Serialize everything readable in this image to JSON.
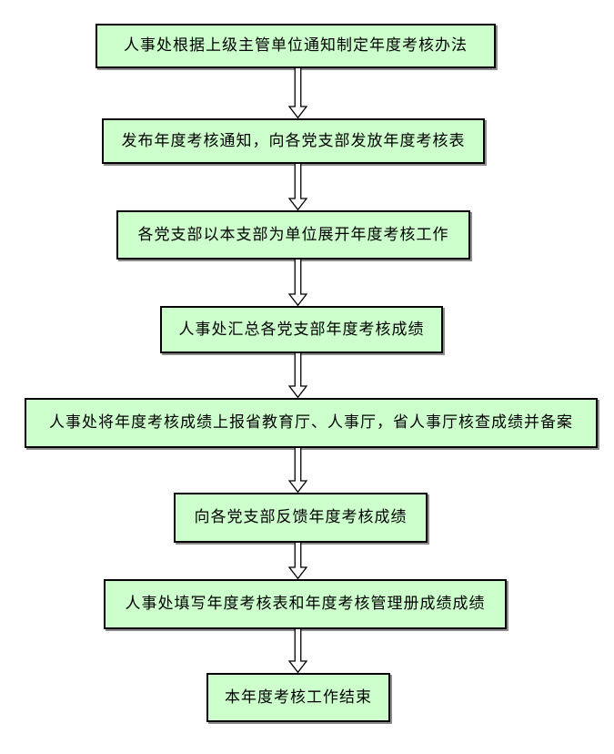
{
  "diagram": {
    "type": "flowchart",
    "direction": "top-to-bottom",
    "steps": [
      {
        "label": "人事处根据上级主管单位通知制定年度考核办法"
      },
      {
        "label": "发布年度考核通知，向各党支部发放年度考核表"
      },
      {
        "label": "各党支部以本支部为单位展开年度考核工作"
      },
      {
        "label": "人事处汇总各党支部年度考核成绩"
      },
      {
        "label": "人事处将年度考核成绩上报省教育厅、人事厅，省人事厅核查成绩并备案"
      },
      {
        "label": "向各党支部反馈年度考核成绩"
      },
      {
        "label": "人事处填写年度考核表和年度考核管理册成绩成绩"
      },
      {
        "label": "本年度考核工作结束"
      }
    ],
    "connector": {
      "icon": "down-arrow-icon",
      "style": "hollow-double-line",
      "count": 7
    },
    "colors": {
      "node_fill": "#ccffcc",
      "node_border": "#000000",
      "node_shadow": "#8c8c8c",
      "text": "#000000",
      "background": "#ffffff"
    }
  }
}
